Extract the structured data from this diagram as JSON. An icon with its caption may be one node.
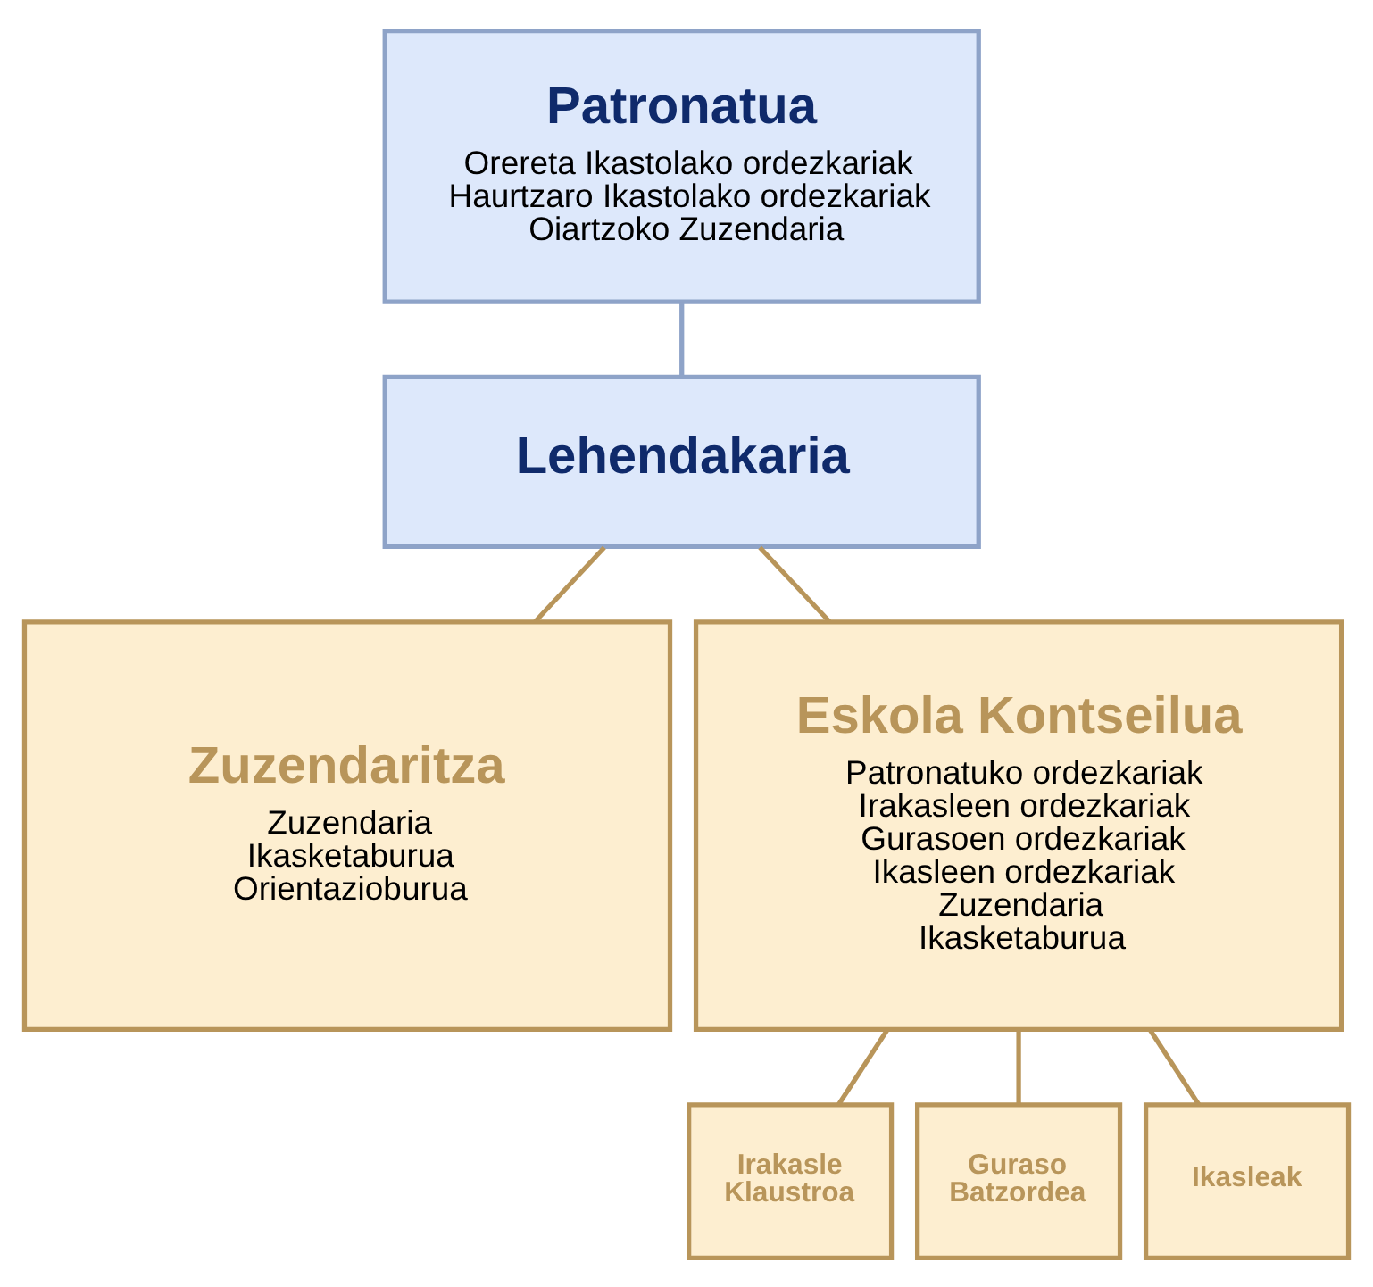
{
  "diagram": {
    "nodes": [
      {
        "text": [
          "Patronatua",
          "Orereta Ikastolako ordezkariak",
          "Haurtzaro Ikastolako ordezkariak",
          "Oiartzoko Zuzendaria"
        ]
      },
      {
        "text": [
          "Lehendakaria"
        ]
      },
      {
        "text": [
          "Zuzendaritza",
          "Zuzendaria",
          "Ikasketaburua",
          "Orientazioburua"
        ]
      },
      {
        "text": [
          "Eskola Kontseilua",
          "Patronatuko ordezkariak",
          "Irakasleen ordezkariak",
          "Gurasoen ordezkariak",
          "Ikasleen ordezkariak",
          "Zuzendaria",
          "Ikasketaburua"
        ]
      },
      {
        "text": [
          "Irakasle Klaustroa"
        ]
      },
      {
        "text": [
          "Guraso Batzordea"
        ]
      },
      {
        "text": [
          "Ikasleak"
        ]
      }
    ],
    "edges": [
      {
        "from": 0,
        "to": 1,
        "arrow": "none",
        "color": "#8ea3c8"
      },
      {
        "from": 1,
        "to": 2,
        "arrow": "none"
      },
      {
        "from": 1,
        "to": 3,
        "arrow": "none"
      },
      {
        "from": 3,
        "to": 4,
        "arrow": "none"
      },
      {
        "from": 3,
        "to": 5,
        "arrow": "none"
      },
      {
        "from": 3,
        "to": 6,
        "arrow": "none"
      }
    ]
  }
}
